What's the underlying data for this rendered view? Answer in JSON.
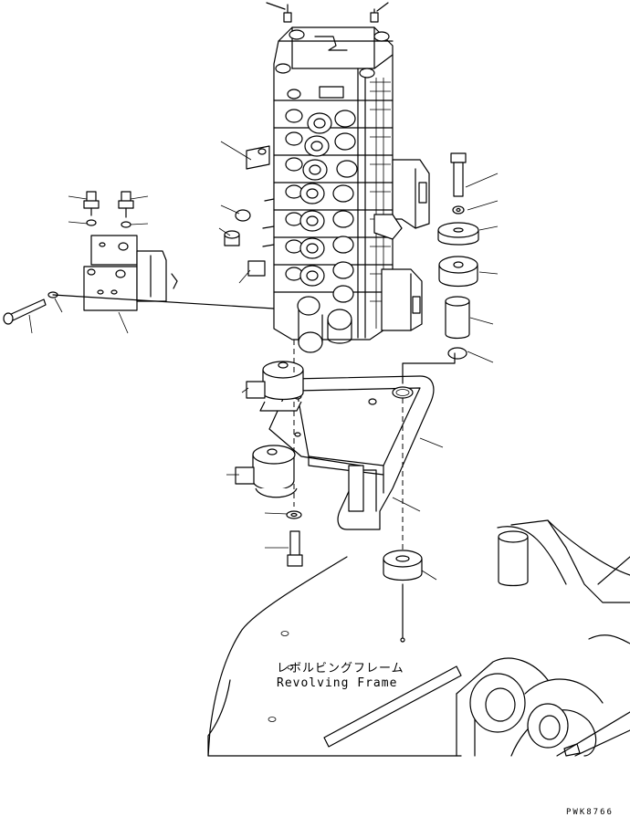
{
  "diagram": {
    "label_jp": "レボルビングフレーム",
    "label_en": "Revolving Frame",
    "drawing_code": "PWK8766"
  }
}
